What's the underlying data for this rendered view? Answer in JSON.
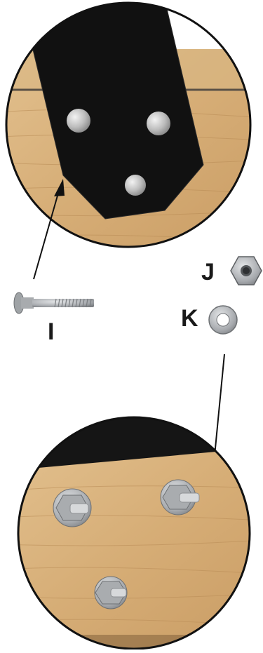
{
  "labels": {
    "bolt": "I",
    "nut": "J",
    "washer": "K"
  },
  "colors": {
    "wood": "#d7b07a",
    "wood_dark": "#b98c57",
    "bracket": "#121212",
    "steel": "#b9bcbf",
    "outline": "#111111"
  }
}
